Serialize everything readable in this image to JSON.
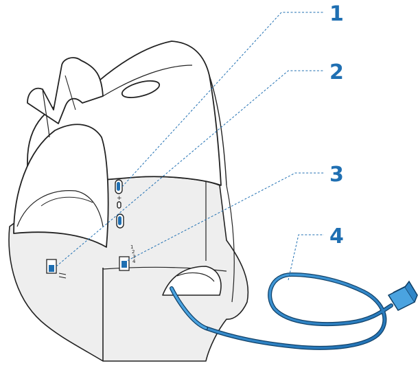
{
  "colors": {
    "accent": "#1f6fb2",
    "accent_light": "#4aa3e0",
    "outline": "#222222",
    "body_fill": "#ffffff",
    "base_fill": "#eeeeee",
    "shadow_fill": "#dddddd"
  },
  "callouts": [
    {
      "label": "1",
      "target": "volume-up-button"
    },
    {
      "label": "2",
      "target": "phone-jack-left"
    },
    {
      "label": "3",
      "target": "config-dial-jack"
    },
    {
      "label": "4",
      "target": "telephone-cable"
    }
  ]
}
